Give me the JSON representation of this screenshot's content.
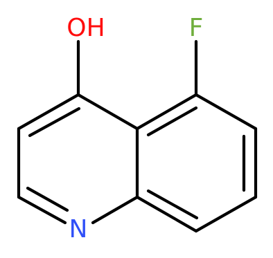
{
  "atoms": {
    "hydroxyl": {
      "label": "OH",
      "color": "#ff0d0d"
    },
    "fluorine": {
      "label": "F",
      "color": "#6fae3c"
    },
    "nitrogen": {
      "label": "N",
      "color": "#3050f8"
    }
  },
  "colors": {
    "bond": "#000000",
    "background": "#ffffff"
  }
}
